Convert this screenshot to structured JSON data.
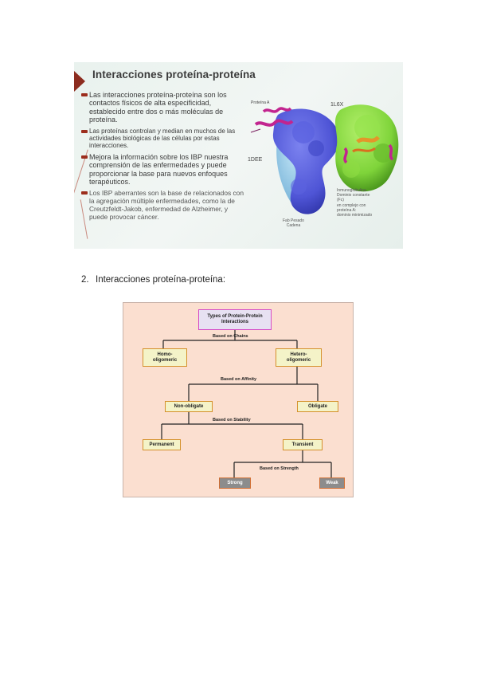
{
  "slide": {
    "title": "Interacciones proteína-proteína",
    "bullets": [
      {
        "text": "Las interacciones proteína-proteína son los contactos físicos de alta especificidad, establecido entre dos o más moléculas de proteína."
      },
      {
        "text": "Las proteínas controlan y median en muchos de las actividades biológicas de las células por estas interacciones."
      },
      {
        "text": "Mejora la información sobre los IBP nuestra comprensión de las enfermedades y puede proporcionar la base para nuevos enfoques terapéuticos."
      },
      {
        "text": "Los IBP aberrantes son la base de relacionados con la agregación múltiple enfermedades, como la de Creutzfeldt-Jakob, enfermedad de Alzheimer, y puede provocar cáncer."
      }
    ],
    "image_labels": {
      "protein_a": "Proteína A",
      "pdb_1l6x": "1L6X",
      "pdb_1dee": "1DEE",
      "immunoglobulin": "Inmunoglobulina\nDominio constante\n(Fc)\nen complejo con\nproteína A:\ndominio minimizado",
      "fab": "Fab Pesado\nCadena"
    },
    "colors": {
      "arrow": "#8c2c1f",
      "bullet_mark": "#9c2d1d",
      "protein_blue": "#4f55d6",
      "protein_light_blue": "#8fc6e6",
      "protein_green": "#7fd43a",
      "protein_magenta": "#c2248f",
      "protein_orange": "#e3962a"
    }
  },
  "caption": {
    "number": "2.",
    "text": "Interacciones proteína-proteína:"
  },
  "diagram": {
    "root": "Types of Protein-Protein Interactions",
    "nodes": {
      "homo": "Homo-\noligomeric",
      "hetero": "Hetero-\noligomeric",
      "nonobligate": "Non-obligate",
      "obligate": "Obligate",
      "permanent": "Permanent",
      "transient": "Transient",
      "strong": "Strong",
      "weak": "Weak"
    },
    "edge_labels": {
      "chains": "Based on Chains",
      "affinity": "Based on Affinity",
      "stability": "Based on Stability",
      "strength": "Based on Strength"
    },
    "colors": {
      "background": "#fbdfd0",
      "node_fill": "#f4f3c8",
      "node_border": "#d4902a",
      "leaf_fill": "#8c8c8c",
      "leaf_border": "#cf6d31",
      "root_fill": "#e7e1f2",
      "root_border": "#d54ac6"
    }
  }
}
